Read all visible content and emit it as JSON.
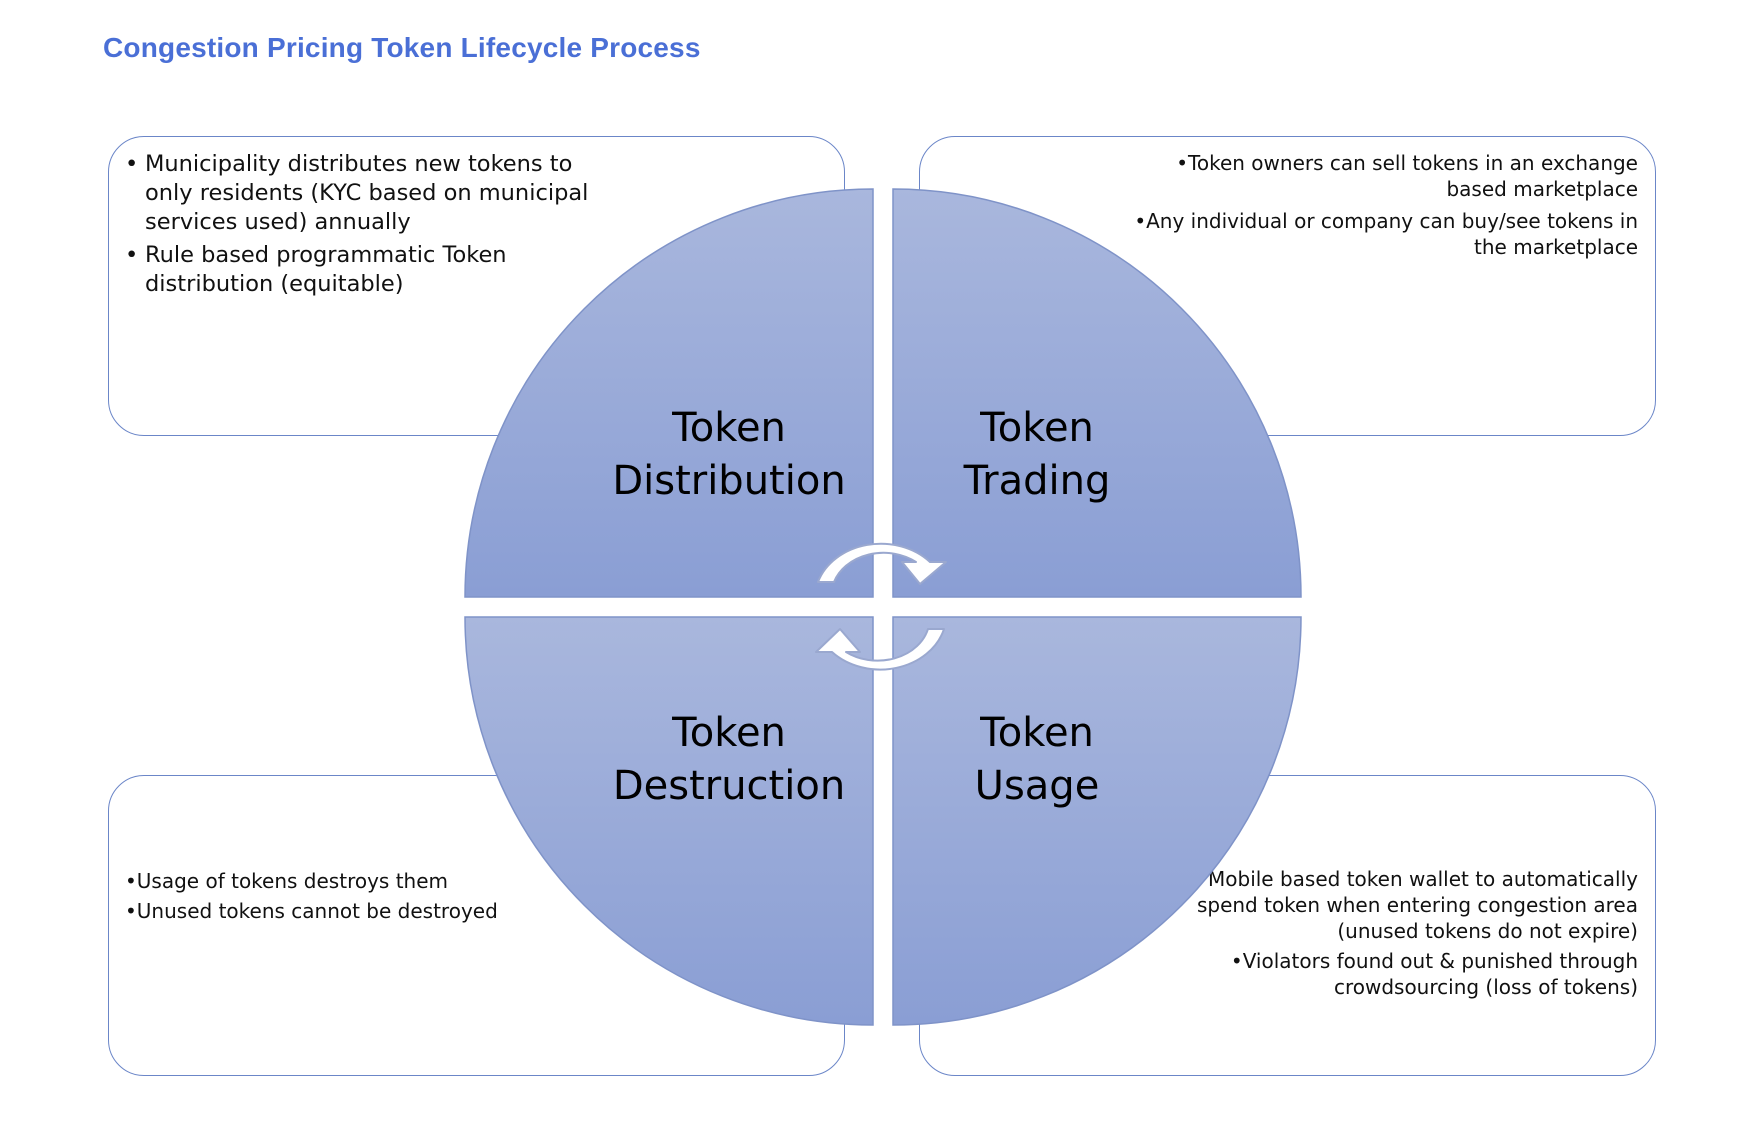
{
  "title": "Congestion Pricing Token Lifecycle Process",
  "colors": {
    "title": "#4a6fd6",
    "box_border": "#6b86c8",
    "quadrant_top": "#a9b7dd",
    "quadrant_bottom": "#8a9ed4",
    "arrow_fill": "#ffffff",
    "arrow_stroke": "#9aa8cf"
  },
  "quadrants": {
    "distribution": {
      "line1": "Token",
      "line2": "Distribution"
    },
    "trading": {
      "line1": "Token",
      "line2": "Trading"
    },
    "destruction": {
      "line1": "Token",
      "line2": "Destruction"
    },
    "usage": {
      "line1": "Token",
      "line2": "Usage"
    }
  },
  "notes": {
    "distribution": [
      "Municipality distributes new tokens to only residents (KYC based on municipal services used) annually",
      "Rule based programmatic Token distribution (equitable)"
    ],
    "trading": [
      "Token owners can sell tokens in an exchange based marketplace",
      "Any individual or company can buy/see tokens in the marketplace"
    ],
    "destruction": [
      "Usage of tokens destroys them",
      "Unused tokens cannot be destroyed"
    ],
    "usage": [
      "Mobile based token wallet to automatically spend token when entering congestion area (unused tokens do not expire)",
      "Violators found out & punished through crowdsourcing (loss of tokens)"
    ]
  },
  "icons": [
    "cycle-arrow-top-icon",
    "cycle-arrow-bottom-icon"
  ]
}
